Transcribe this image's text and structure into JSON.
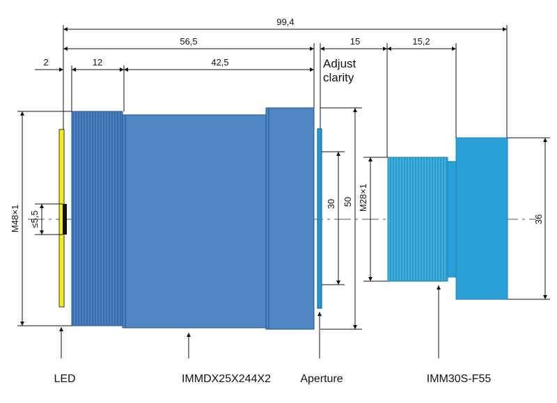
{
  "dimensions": {
    "total_length": "99,4",
    "lens_length": "56,5",
    "led_gap": "2",
    "thread_length": "12",
    "body_length": "42,5",
    "adjust_gap": "15",
    "camera_length": "15,2",
    "led_thread": "M48×1",
    "led_size": "≤5,5",
    "aperture_inner": "30",
    "aperture_outer": "50",
    "camera_thread": "M28×1",
    "camera_diameter": "36"
  },
  "annotations": {
    "adjust_line1": "Adjust",
    "adjust_line2": "clarity"
  },
  "labels": {
    "led": "LED",
    "lens": "IMMDX25X244X2",
    "aperture": "Aperture",
    "camera": "IMM30S-F55"
  },
  "colors": {
    "led": "#f5ec1a",
    "lens_body": "#4f86c6",
    "aperture": "#1e9ad6",
    "camera": "#2a9fd8",
    "camera_thread": "#3fb3e2"
  }
}
